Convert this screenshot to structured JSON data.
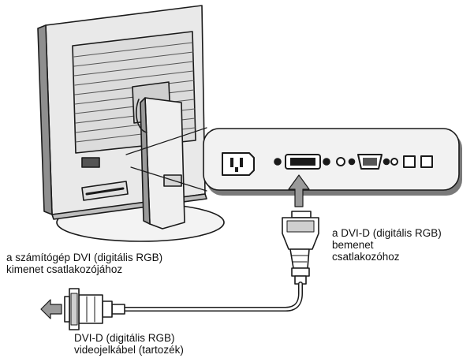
{
  "labels": {
    "input_connector": {
      "line1": "a DVI-D (digitális RGB)",
      "line2": "bemenet",
      "line3": "csatlakozóhoz"
    },
    "computer_output": {
      "line1": "a számítógép DVI (digitális RGB)",
      "line2": "kimenet csatlakozójához"
    },
    "cable": {
      "line1": "DVI-D (digitális RGB)",
      "line2": "videojelkábel (tartozék)"
    }
  },
  "colors": {
    "line": "#1a1a1a",
    "panel_fill": "#f2f2f2",
    "shadow": "#7a7a7a",
    "arrow_fill": "#9a9a9a"
  }
}
